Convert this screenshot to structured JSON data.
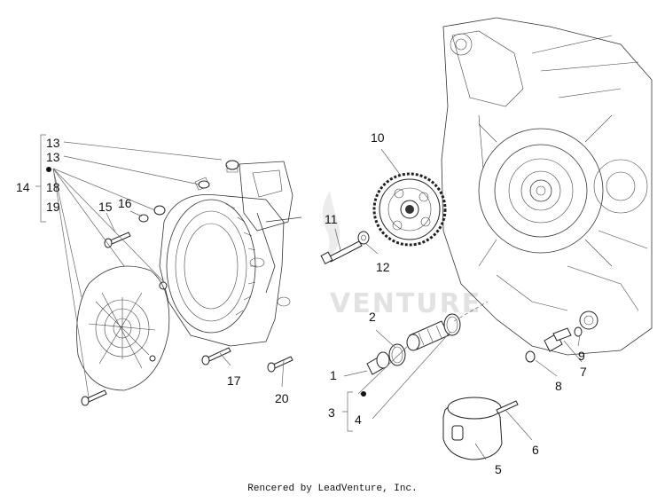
{
  "diagram": {
    "watermark": "VENTURE",
    "footer": "Rencered by LeadVenture, Inc.",
    "callouts": {
      "c1": "1",
      "c2": "2",
      "c3": "3",
      "c4": "4",
      "c5": "5",
      "c6": "6",
      "c7": "7",
      "c8": "8",
      "c9": "9",
      "c10": "10",
      "c11": "11",
      "c12": "12",
      "c13a": "13",
      "c13b": "13",
      "c14": "14",
      "c15": "15",
      "c16": "16",
      "c17": "17",
      "c18": "18",
      "c19": "19",
      "c20": "20"
    }
  }
}
